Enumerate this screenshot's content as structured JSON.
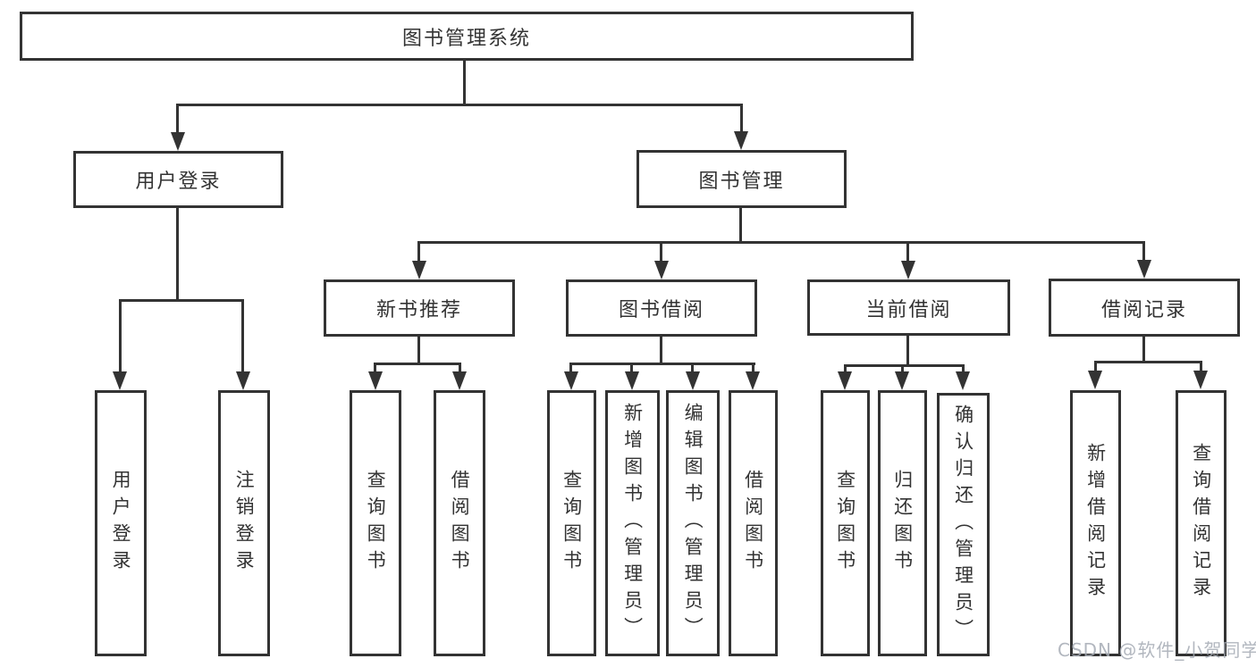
{
  "diagram": {
    "title": "图书管理系统",
    "branches": [
      {
        "label": "用户登录",
        "children": [
          {
            "label": "用户登录"
          },
          {
            "label": "注销登录"
          }
        ]
      },
      {
        "label": "图书管理",
        "children": [
          {
            "label": "新书推荐",
            "children": [
              {
                "label": "查询图书"
              },
              {
                "label": "借阅图书"
              }
            ]
          },
          {
            "label": "图书借阅",
            "children": [
              {
                "label": "查询图书"
              },
              {
                "label": "新增图书（管理员）"
              },
              {
                "label": "编辑图书（管理员）"
              },
              {
                "label": "借阅图书"
              }
            ]
          },
          {
            "label": "当前借阅",
            "children": [
              {
                "label": "查询图书"
              },
              {
                "label": "归还图书"
              },
              {
                "label": "确认归还（管理员）"
              }
            ]
          },
          {
            "label": "借阅记录",
            "children": [
              {
                "label": "新增借阅记录"
              },
              {
                "label": "查询借阅记录"
              }
            ]
          }
        ]
      }
    ]
  },
  "watermark": "CSDN @软件_小贺同学",
  "colors": {
    "line": "#333333",
    "text": "#333333",
    "background": "#ffffff",
    "watermark": "#a5aab4"
  }
}
